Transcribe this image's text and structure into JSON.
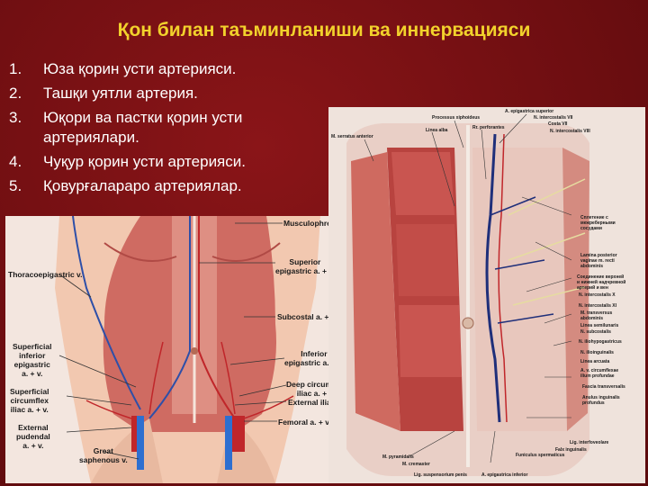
{
  "slide": {
    "title": "Қон билан таъминланиши ва иннервацияси",
    "items": [
      {
        "num": "1.",
        "lines": [
          "Юза қорин усти артерияси."
        ]
      },
      {
        "num": "2.",
        "lines": [
          "Ташқи уятли артерия."
        ]
      },
      {
        "num": "3.",
        "lines": [
          "Юқори ва пастки қорин усти",
          "артериялари."
        ]
      },
      {
        "num": "4.",
        "lines": [
          "Чуқур қорин усти артерияси."
        ]
      },
      {
        "num": "5.",
        "lines": [
          "Қовурғалараро артериялар."
        ]
      }
    ]
  },
  "figure_left": {
    "labels": {
      "musculophrenic": "Musculophrenic a. + v.",
      "superior_epigastric": [
        "Superior",
        "epigastric a. + v."
      ],
      "thoracoepigastric": "Thoracoepigastric v.",
      "subcostal": "Subcostal a. + v.",
      "superficial_inferior_epigastric": [
        "Superficial",
        "inferior",
        "epigastric",
        "a. + v."
      ],
      "inferior_epigastric": [
        "Inferior",
        "epigastric a. + v."
      ],
      "superficial_circumflex_iliac": [
        "Superficial",
        "circumflex",
        "iliac a. + v."
      ],
      "deep_circumflex_iliac": [
        "Deep circumflex",
        "iliac a. + v."
      ],
      "external_iliac": "External iliac a. + v.",
      "external_pudendal": [
        "External",
        "pudendal",
        "a. + v."
      ],
      "femoral": "Femoral a. + v.",
      "great_saphenous": [
        "Great",
        "saphenous v."
      ]
    }
  },
  "figure_right": {
    "labels": {
      "a_epigastrica_superior": "A. epigastrica superior",
      "processus_xiphoideus": "Processus xiphoideus",
      "n_intercostalis_vii": "N. intercostalis VII",
      "costa_vii": "Costa VII",
      "m_serratus_anterior": "M. serratus anterior",
      "linea_alba": "Linea alba",
      "rr_perforantes": "Rr. perforantes",
      "n_intercostalis_viii": "N. intercostalis VIII",
      "right_1": "Сплетение с",
      "right_2": "межреберными",
      "right_3": "сосудами",
      "lamina_posterior": "Lamina posterior",
      "vaginae": "vaginae m. recti",
      "abdominis": "abdominis",
      "right_4": "Соединение верхней",
      "right_5": "и нижней надчревной",
      "right_6": "артерий и вен",
      "n_intercostalis_x": "N. intercostalis X",
      "n_intercostalis_xi": "N. intercostalis XI",
      "m_transversus": "M. transversus",
      "abdominis2": "abdominis",
      "linea_semilunaris": "Linea semilunaris",
      "n_subcostalis": "N. subcostalis",
      "n_iliohypogastricus": "N. iliohypogastricus",
      "n_ilioinguinalis": "N. ilioinguinalis",
      "linea_arcuata": "Linea arcuata",
      "a_v_circumflexae": "A. v. circumflexae",
      "ilium_profundae": "ilium profundae",
      "fascia_transversalis": "Fascia transversalis",
      "anulus_inguinalis": "Anulus inguinalis",
      "profundus": "profundus",
      "lig_interfoveolare": "Lig. interfoveolare",
      "falx_inguinalis": "Falx inguinalis",
      "funiculus_spermaticus": "Funiculus spermaticus",
      "m_pyramidalis": "M. pyramidalis",
      "m_cremaster": "M. cremaster",
      "lig_suspensorium_penis": "Lig. suspensorium penis",
      "a_epigastrica_inferior": "A. epigastrica inferior"
    }
  }
}
